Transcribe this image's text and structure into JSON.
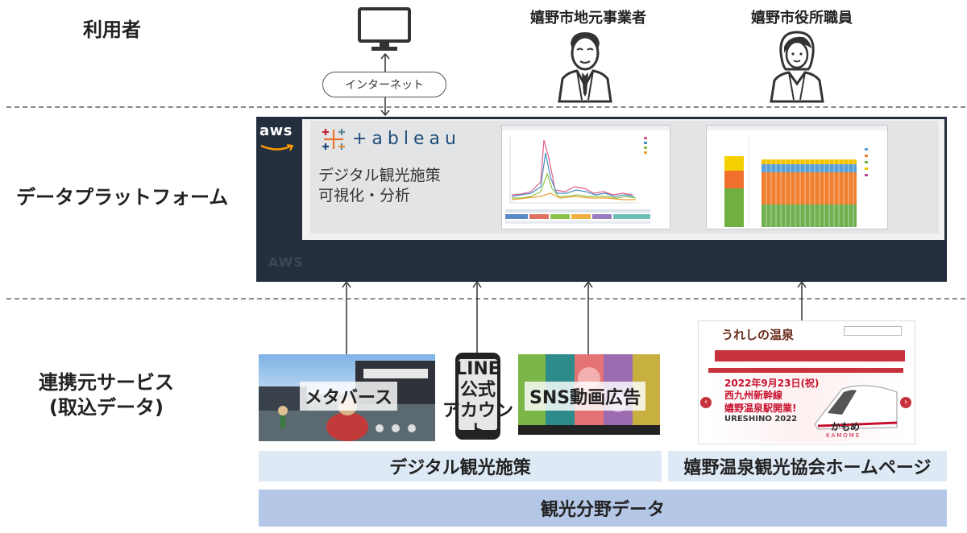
{
  "rows": {
    "users": "利用者",
    "platform": "データプラットフォーム",
    "sources_line1": "連携元サービス",
    "sources_line2": "(取込データ)"
  },
  "personas": {
    "computer_icon": "monitor-icon",
    "internet": "インターネット",
    "local_business": "嬉野市地元事業者",
    "city_staff": "嬉野市役所職員"
  },
  "platform": {
    "aws_logo": "aws",
    "aws_watermark": "AWS",
    "tableau_logo": "+ableau",
    "description_line1": "デジタル観光施策",
    "description_line2": "可視化・分析"
  },
  "services": {
    "metaverse": "メタバース",
    "line_line1": "LINE",
    "line_line2": "公式",
    "line_line3": "アカウント",
    "sns": "SNS動画広告",
    "hp_logo": "うれしの温泉",
    "hp_banner_line1": "2022年9月23日(祝)",
    "hp_banner_line2": "西九州新幹線",
    "hp_banner_line3": "嬉野温泉駅開業!",
    "hp_banner_line4": "URESHINO 2022",
    "hp_kamome": "KAMOME",
    "hp_kamome_jp": "かもめ"
  },
  "bands": {
    "digital": "デジタル観光施策",
    "association": "嬉野温泉観光協会ホームページ",
    "tourism_data": "観光分野データ"
  },
  "colors": {
    "aws_dark": "#232f3e",
    "band_light": "#dde9f5",
    "band_dark": "#b4c7e7"
  }
}
